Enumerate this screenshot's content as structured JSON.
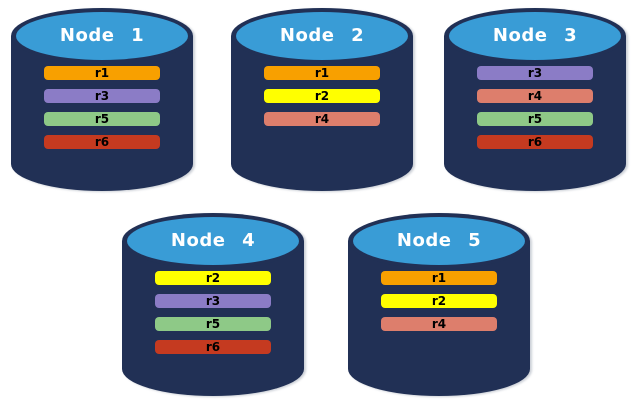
{
  "palette": {
    "cylinder_body": "#213055",
    "cylinder_top": "#399CD6",
    "title_color": "#FFFFFF",
    "bar_text_color": "#000000",
    "replicas": {
      "r1": "#F8A000",
      "r2": "#FFFF00",
      "r3": "#8B7CC6",
      "r4": "#DD7E6C",
      "r5": "#8EC987",
      "r6": "#C53A20"
    }
  },
  "nodes": [
    {
      "title": "Node 1",
      "replicas": [
        "r1",
        "r3",
        "r5",
        "r6"
      ]
    },
    {
      "title": "Node 2",
      "replicas": [
        "r1",
        "r2",
        "r4"
      ]
    },
    {
      "title": "Node 3",
      "replicas": [
        "r3",
        "r4",
        "r5",
        "r6"
      ]
    },
    {
      "title": "Node 4",
      "replicas": [
        "r2",
        "r3",
        "r5",
        "r6"
      ]
    },
    {
      "title": "Node 5",
      "replicas": [
        "r1",
        "r2",
        "r4"
      ]
    }
  ]
}
